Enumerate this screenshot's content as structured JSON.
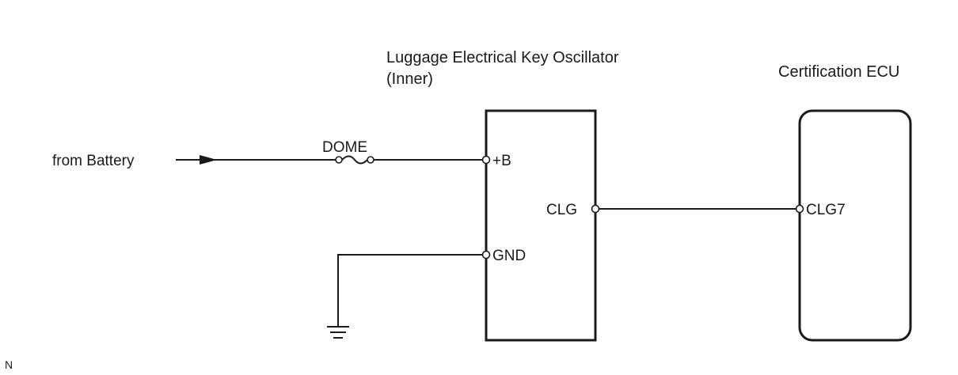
{
  "diagram": {
    "oscillator": {
      "title_line1": "Luggage Electrical Key Oscillator",
      "title_line2": "(Inner)",
      "pins": {
        "b": "+B",
        "clg": "CLG",
        "gnd": "GND"
      }
    },
    "ecu": {
      "title": "Certification ECU",
      "pin": "CLG7"
    },
    "source_label": "from Battery",
    "fuse_label": "DOME",
    "corner_code": "N"
  }
}
